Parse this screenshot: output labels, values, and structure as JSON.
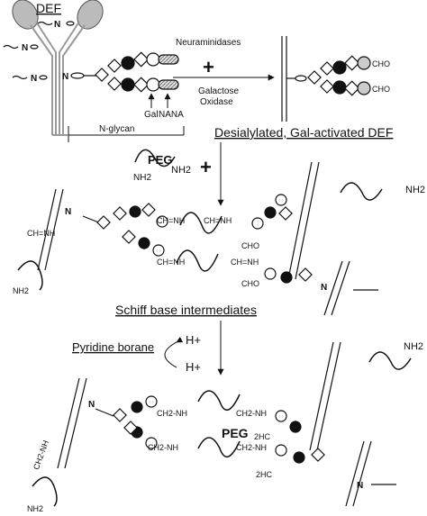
{
  "labels": {
    "def": "DEF",
    "neuraminidases": "Neuraminidases",
    "galactose": "Galactose",
    "oxidase": "Oxidase",
    "gal": "Gal",
    "nana": "NANA",
    "nglycan": "N-glycan",
    "desialylated": "Desialylated, Gal-activated DEF",
    "peg": "PEG",
    "nh2": "NH2",
    "schiff": "Schiff base intermediates",
    "pyridine_borane": "Pyridine borane",
    "hplus": "H+",
    "cho": "CHO",
    "ch_nh": "CH=NH",
    "ch2_nh": "CH2-NH",
    "hc2": "2HC",
    "n": "N"
  },
  "colors": {
    "ink": "#111111",
    "grey_fill": "#c8c8c8",
    "sialic_fill": "#bdbdbd"
  }
}
